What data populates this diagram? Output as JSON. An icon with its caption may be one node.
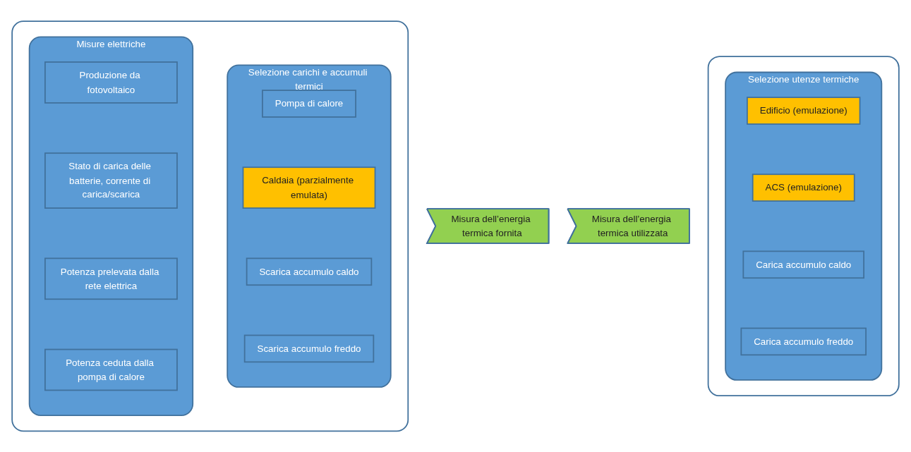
{
  "diagram": {
    "nodes": [
      {
        "text": [],
        "shape": "box"
      },
      {
        "text": [
          "Misure elettriche"
        ],
        "in": 0
      },
      {
        "text": [
          "Produzione da fotovoltaico"
        ],
        "in": 1
      },
      {
        "text": [
          "Stato di carica delle batterie, corrente di carica/scarica"
        ],
        "in": 1
      },
      {
        "text": [
          "Potenza prelevata dalla rete elettrica"
        ],
        "in": 1
      },
      {
        "text": [
          "Potenza ceduta dalla pompa di calore"
        ],
        "in": 1
      },
      {
        "text": [
          "Selezione carichi e accumuli termici"
        ],
        "in": 0
      },
      {
        "text": [
          "Pompa di calore"
        ],
        "in": 6
      },
      {
        "text": [
          "Caldaia (parzialmente emulata)"
        ],
        "in": 6
      },
      {
        "text": [
          "Scarica accumulo caldo"
        ],
        "in": 6
      },
      {
        "text": [
          "Scarica accumulo freddo"
        ],
        "in": 6
      },
      {
        "text": [
          "Misura dell’energia termica fornita"
        ]
      },
      {
        "text": [
          "Misura dell’energia termica utilizzata"
        ]
      },
      {
        "text": [],
        "shape": "box"
      },
      {
        "text": [
          "Selezione utenze termiche"
        ],
        "in": 13
      },
      {
        "text": [
          "Edificio (emulazione)"
        ],
        "in": 14
      },
      {
        "text": [
          "ACS (emulazione)"
        ],
        "in": 14
      },
      {
        "text": [
          "Carica accumulo caldo"
        ],
        "in": 14
      },
      {
        "text": [
          "Carica accumulo freddo"
        ],
        "in": 14
      }
    ]
  }
}
